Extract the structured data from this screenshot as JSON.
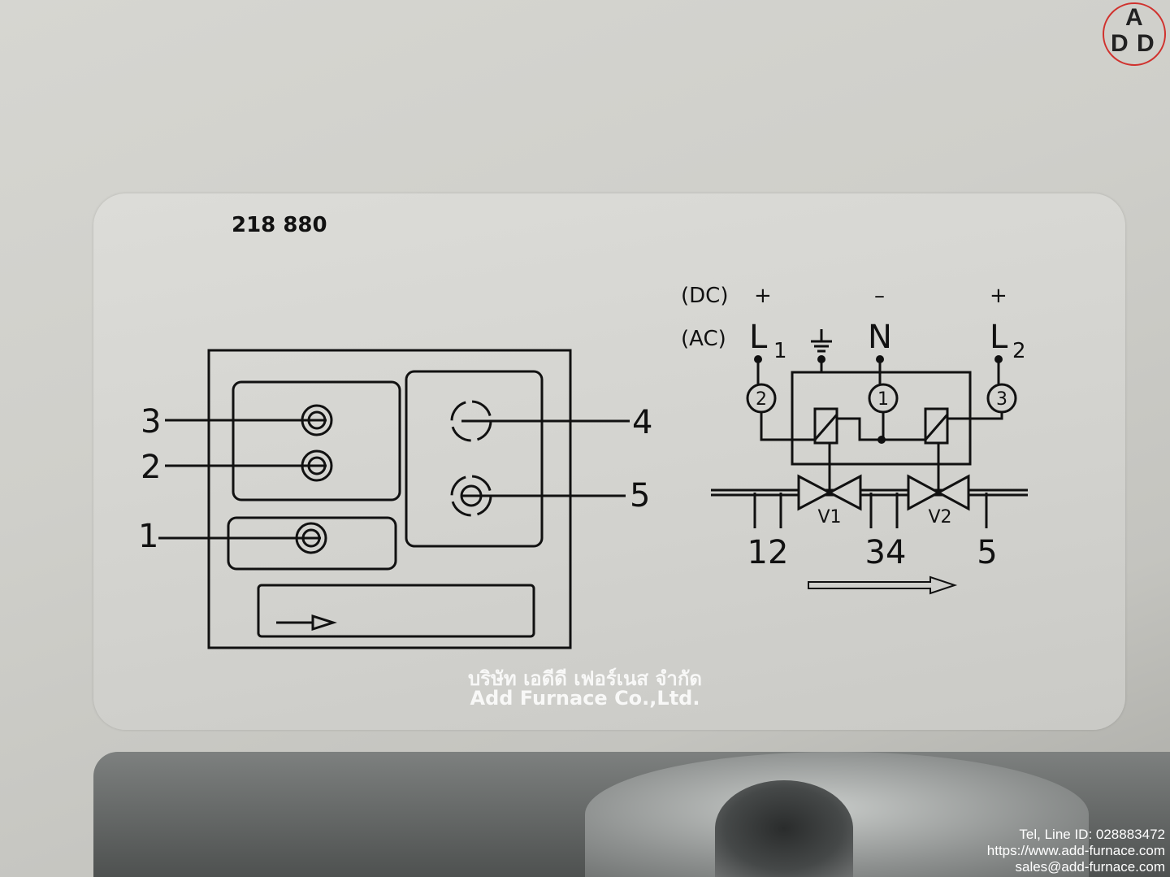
{
  "label": {
    "part_number": "218 880"
  },
  "left_diagram": {
    "terminals": [
      "3",
      "2",
      "1",
      "4",
      "5"
    ]
  },
  "right_diagram": {
    "dc_label": "(DC)",
    "ac_label": "(AC)",
    "dc_signs": [
      "+",
      "–",
      "+"
    ],
    "ac_terminals": {
      "l1": "L",
      "l1_sub": "1",
      "neutral": "N",
      "l2": "L",
      "l2_sub": "2"
    },
    "circled": [
      "2",
      "1",
      "3"
    ],
    "valves": [
      "V1",
      "V2"
    ],
    "ports": [
      "12",
      "34",
      "5"
    ]
  },
  "watermark": {
    "thai": "บริษัท เอดีดี เฟอร์เนส จำกัด",
    "english": "Add Furnace Co.,Ltd."
  },
  "contact": {
    "tel": "Tel, Line ID: 028883472",
    "website": "https://www.add-furnace.com",
    "email": "sales@add-furnace.com"
  },
  "logo": {
    "text": "ADD"
  }
}
